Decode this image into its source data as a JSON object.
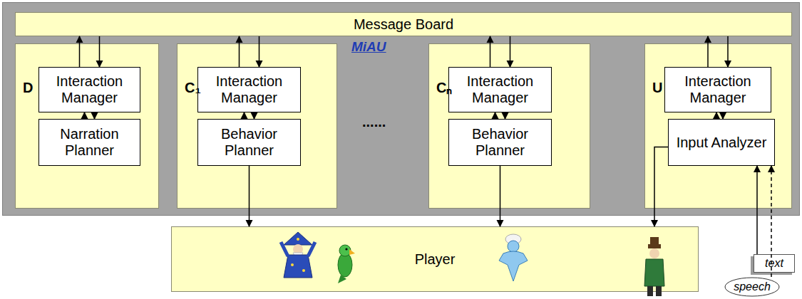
{
  "diagram": {
    "nodes": [
      {
        "text": [
          "MiAU"
        ]
      },
      {
        "text": [
          "Message Board"
        ],
        "in": 0
      },
      {
        "text": [
          "D"
        ],
        "in": 0
      },
      {
        "text": [
          "Interaction Manager"
        ],
        "in": 2
      },
      {
        "text": [
          "Narration Planner"
        ],
        "in": 2
      },
      {
        "text": [
          "C₁"
        ],
        "in": 0
      },
      {
        "text": [
          "Interaction Manager"
        ],
        "in": 5
      },
      {
        "text": [
          "Behavior Planner"
        ],
        "in": 5
      },
      {
        "text": [
          "Cₙ"
        ],
        "in": 0
      },
      {
        "text": [
          "Interaction Manager"
        ],
        "in": 8
      },
      {
        "text": [
          "Behavior Planner"
        ],
        "in": 8
      },
      {
        "text": [
          "U"
        ],
        "in": 0
      },
      {
        "text": [
          "Interaction Manager"
        ],
        "in": 11
      },
      {
        "text": [
          "Input Analyzer"
        ],
        "in": 11
      },
      {
        "text": [
          "Player"
        ]
      },
      {
        "text": [
          "text"
        ]
      },
      {
        "text": [
          "speech"
        ]
      }
    ],
    "edges": [
      {
        "from": 3,
        "to": 1,
        "arrow": "to"
      },
      {
        "from": 1,
        "to": 3,
        "arrow": "to"
      },
      {
        "from": 4,
        "to": 3,
        "arrow": "to"
      },
      {
        "from": 3,
        "to": 4,
        "arrow": "to"
      },
      {
        "from": 6,
        "to": 1,
        "arrow": "to"
      },
      {
        "from": 1,
        "to": 6,
        "arrow": "to"
      },
      {
        "from": 7,
        "to": 6,
        "arrow": "to"
      },
      {
        "from": 6,
        "to": 7,
        "arrow": "to"
      },
      {
        "from": 7,
        "to": 14,
        "arrow": "to"
      },
      {
        "from": 9,
        "to": 1,
        "arrow": "to"
      },
      {
        "from": 1,
        "to": 9,
        "arrow": "to"
      },
      {
        "from": 10,
        "to": 9,
        "arrow": "to"
      },
      {
        "from": 9,
        "to": 10,
        "arrow": "to"
      },
      {
        "from": 10,
        "to": 14,
        "arrow": "to"
      },
      {
        "from": 12,
        "to": 1,
        "arrow": "to"
      },
      {
        "from": 1,
        "to": 12,
        "arrow": "to"
      },
      {
        "from": 13,
        "to": 12,
        "arrow": "to"
      },
      {
        "from": 12,
        "to": 13,
        "arrow": "to"
      },
      {
        "from": 13,
        "to": 14,
        "arrow": "to"
      },
      {
        "from": 15,
        "to": 13,
        "arrow": "to"
      },
      {
        "from": 16,
        "to": 13,
        "arrow": "to"
      }
    ],
    "labels": [
      "......"
    ]
  }
}
